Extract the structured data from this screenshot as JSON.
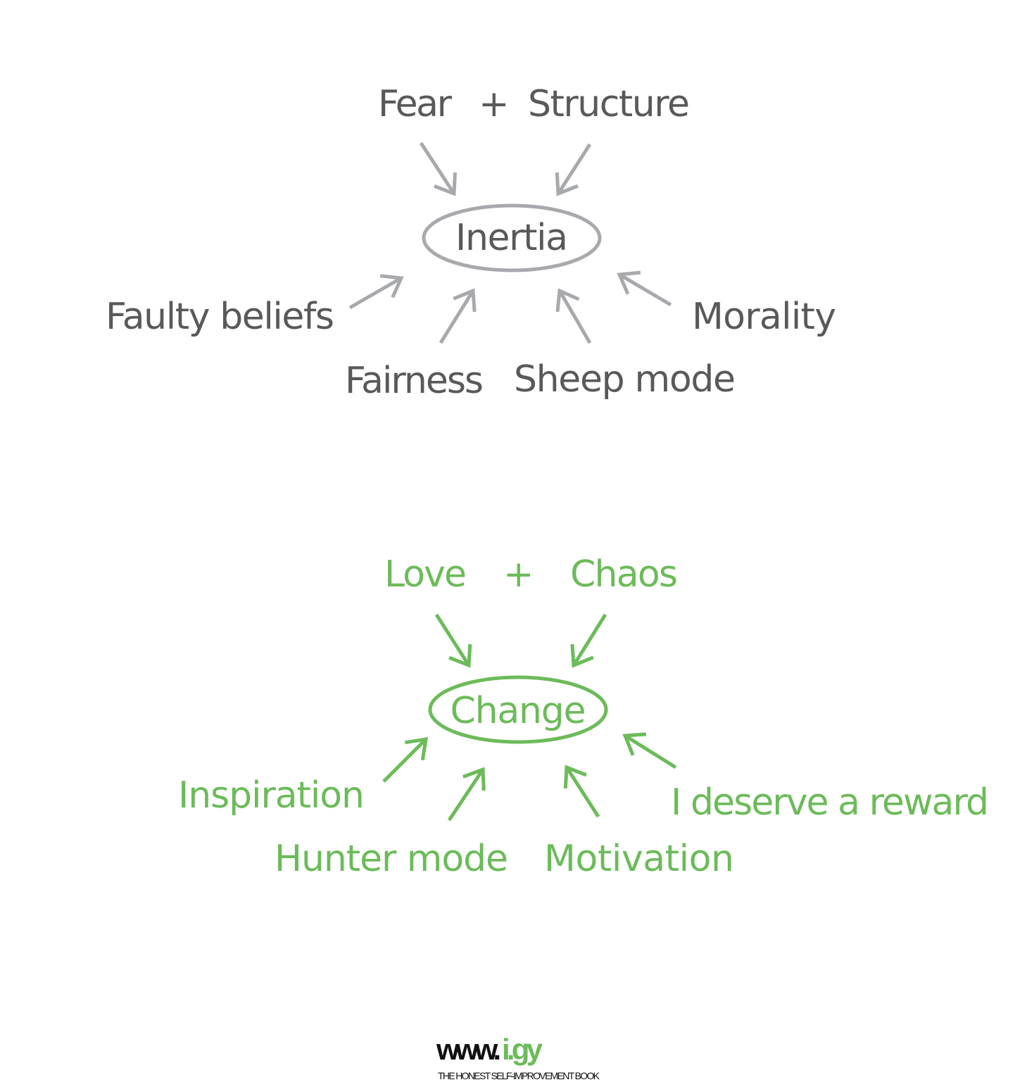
{
  "colors": {
    "gray_text": "#58595b",
    "gray_arrow": "#a7a9ac",
    "green": "#6cbb5a"
  },
  "inertia_diagram": {
    "center": "Inertia",
    "top_left": "Fear",
    "plus": "+",
    "top_right": "Structure",
    "left": "Faulty beliefs",
    "right": "Morality",
    "bottom_left": "Fairness",
    "bottom_right": "Sheep mode"
  },
  "change_diagram": {
    "center": "Change",
    "top_left": "Love",
    "plus": "+",
    "top_right": "Chaos",
    "left": "Inspiration",
    "right": "I deserve a reward",
    "bottom_left": "Hunter mode",
    "bottom_right": "Motivation"
  },
  "footer": {
    "logo_prefix": "www.",
    "logo_domain": "i.gy",
    "tagline": "THE HONEST SELF-IMPROVEMENT BOOK"
  }
}
